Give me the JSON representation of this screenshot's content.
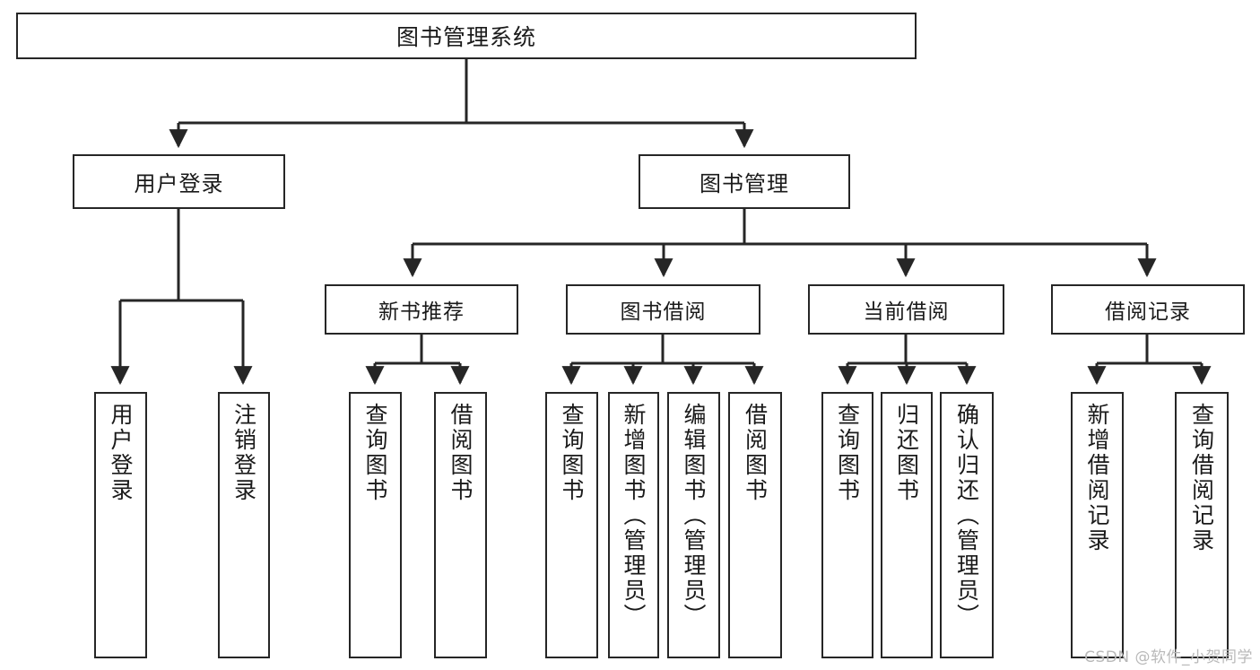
{
  "diagram": {
    "title": "图书管理系统",
    "root": {
      "label": "图书管理系统"
    },
    "level2": [
      {
        "label": "用户登录"
      },
      {
        "label": "图书管理"
      }
    ],
    "level3": [
      {
        "label": "新书推荐"
      },
      {
        "label": "图书借阅"
      },
      {
        "label": "当前借阅"
      },
      {
        "label": "借阅记录"
      }
    ],
    "leaves": [
      {
        "label": "用户登录"
      },
      {
        "label": "注销登录"
      },
      {
        "label": "查询图书"
      },
      {
        "label": "借阅图书"
      },
      {
        "label": "查询图书"
      },
      {
        "label": "新增图书（管理员）"
      },
      {
        "label": "编辑图书（管理员）"
      },
      {
        "label": "借阅图书"
      },
      {
        "label": "查询图书"
      },
      {
        "label": "归还图书"
      },
      {
        "label": "确认归还（管理员）"
      },
      {
        "label": "新增借阅记录"
      },
      {
        "label": "查询借阅记录"
      }
    ],
    "watermark": "CSDN @软件_小贺同学",
    "colors": {
      "stroke": "#262626",
      "text": "#1a1a1a",
      "background": "#ffffff",
      "watermark": "#b9b9b9"
    }
  }
}
